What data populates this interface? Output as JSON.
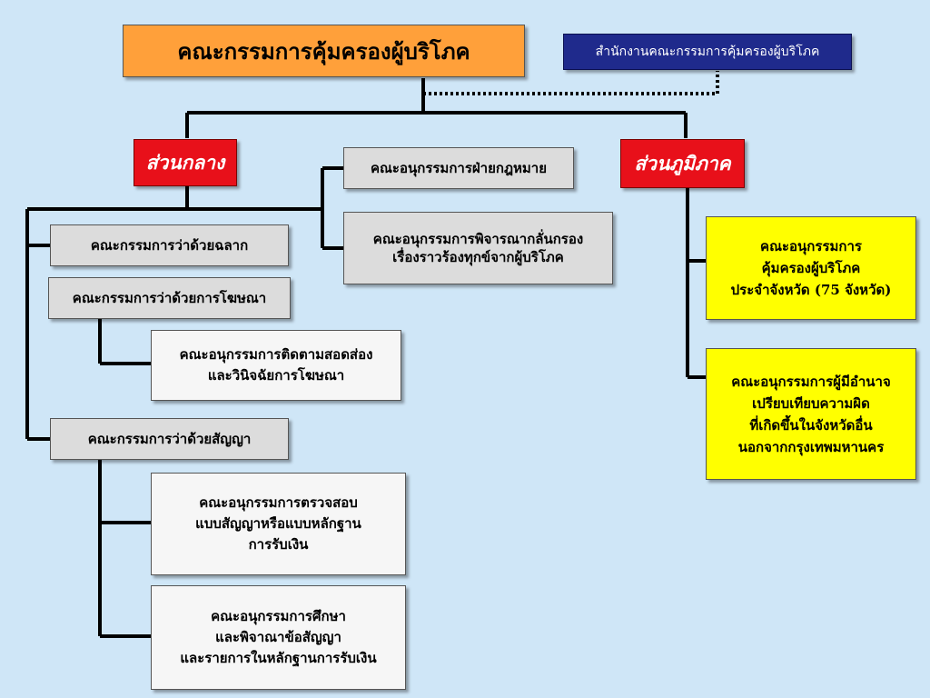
{
  "root": {
    "label": "คณะกรรมการคุ้มครองผู้บริโภค",
    "color": "#ffa03a"
  },
  "office": {
    "label": "สำนักงานคณะกรรมการคุ้มครองผู้บริโภค",
    "color": "#1f2a8c"
  },
  "central": {
    "label": "ส่วนกลาง",
    "color": "#e8101a",
    "sub_law": "คณะอนุกรรมการฝ่ายกฎหมาย",
    "sub_complaints": "คณะอนุกรรมการพิจารณากลั่นกรอง\nเรื่องราวร้องทุกข์จากผู้บริโภค",
    "label_committee": "คณะกรรมการว่าด้วยฉลาก",
    "ad_committee": "คณะกรรมการว่าด้วยการโฆษณา",
    "ad_monitor": "คณะอนุกรรมการติดตามสอดส่อง\nและวินิจฉัยการโฆษณา",
    "contract_committee": "คณะกรรมการว่าด้วยสัญญา",
    "contract_inspect": "คณะอนุกรรมการตรวจสอบ\nแบบสัญญาหรือแบบหลักฐาน\nการรับเงิน",
    "contract_study": "คณะอนุกรรมการศึกษา\nและพิจาณาข้อสัญญา\nและรายการในหลักฐานการรับเงิน"
  },
  "regional": {
    "label": "ส่วนภูมิภาค",
    "color": "#e8101a",
    "provincial": "คณะอนุกรรมการ\nคุ้มครองผู้บริโภค\nประจำจังหวัด (75 จังหวัด)",
    "settlement": "คณะอนุกรรมการผู้มีอำนาจ\nเปรียบเทียบความผิด\nที่เกิดขึ้นในจังหวัดอื่น\nนอกจากกรุงเทพมหานคร"
  }
}
